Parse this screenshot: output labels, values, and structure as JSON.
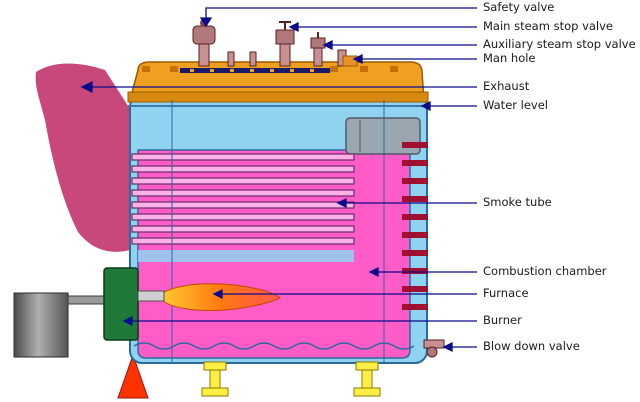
{
  "labels": {
    "safety_valve": "Safety valve",
    "main_steam_stop_valve": "Main steam stop valve",
    "auxiliary_steam_stop_valve": "Auxiliary steam stop valve",
    "man_hole": "Man hole",
    "exhaust": "Exhaust",
    "water_level": "Water level",
    "smoke_tube": "Smoke tube",
    "combustion_chamber": "Combustion chamber",
    "furnace": "Furnace",
    "burner": "Burner",
    "blow_down_valve": "Blow down valve"
  },
  "colors": {
    "shell_top": "#f0a020",
    "water": "#8fd3f0",
    "hot_gas": "#ff5cc8",
    "exhaust_plume": "#c8487c",
    "flame": "#ff7a10",
    "burner_housing": "#1f7a3a",
    "burner_motor": "#7a7a7a",
    "leader_line": "#0a0a8a",
    "tube_stay": "#a01030",
    "support": "#ffee44",
    "cone": "#ff3300"
  }
}
